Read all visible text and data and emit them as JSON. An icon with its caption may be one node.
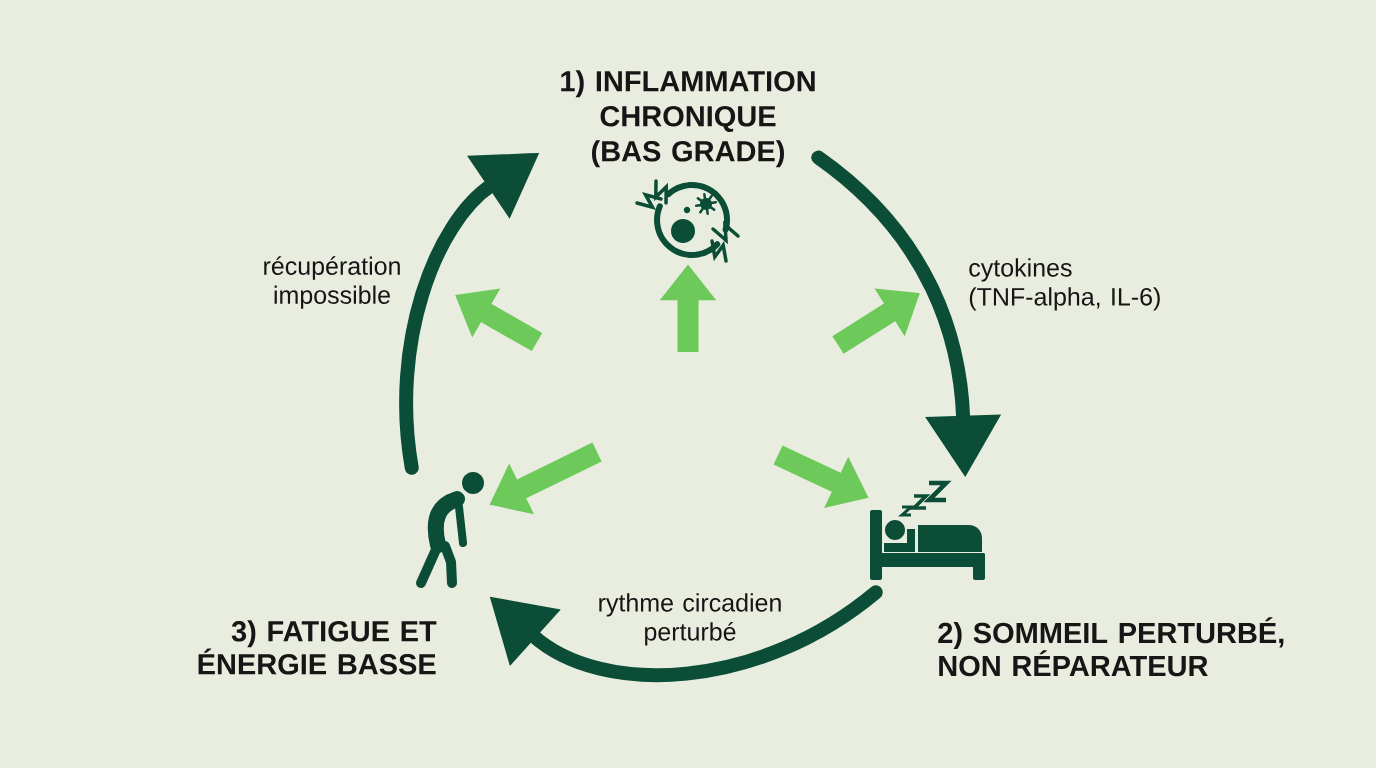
{
  "diagram": {
    "nodes": [
      {
        "text": [
          "1) INFLAMMATION CHRONIQUE (BAS GRADE)"
        ]
      },
      {
        "text": [],
        "shape": "picture"
      },
      {
        "text": [],
        "shape": "picture"
      },
      {
        "text": [
          "2) SOMMEIL PERTURBÉ, NON RÉPARATEUR"
        ]
      },
      {
        "text": [],
        "shape": "person"
      },
      {
        "text": [
          "3) FATIGUE ET ÉNERGIE BASSE"
        ]
      }
    ],
    "edges": [
      {
        "from": 0,
        "to": 2,
        "arrow": "to",
        "label": "cytokines (TNF-alpha, IL-6)"
      },
      {
        "from": 2,
        "to": 4,
        "arrow": "to",
        "label": "rythme circadien perturbé"
      },
      {
        "from": 4,
        "to": 0,
        "arrow": "to",
        "label": "récupération impossible"
      },
      {
        "from": null,
        "to": 1,
        "arrow": "to",
        "color": "#6cc95a"
      },
      {
        "from": null,
        "to": 2,
        "arrow": "to",
        "color": "#6cc95a"
      },
      {
        "from": null,
        "to": 4,
        "arrow": "to",
        "color": "#6cc95a"
      }
    ]
  }
}
